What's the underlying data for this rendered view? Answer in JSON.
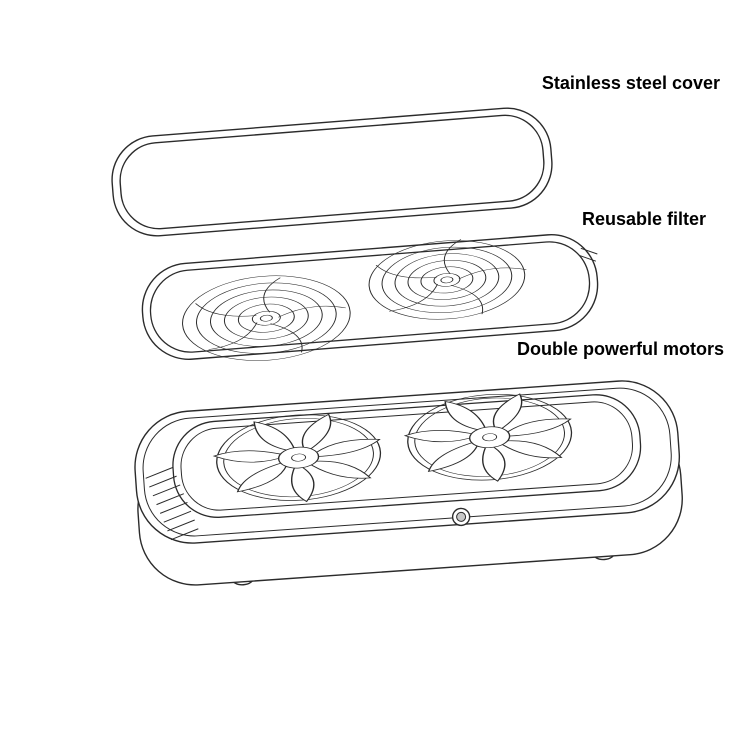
{
  "page": {
    "background": "#ffffff",
    "description": "Exploded view diagram of a two-fan appliance"
  },
  "colors": {
    "line": "#2b2b2b",
    "text": "#000000"
  },
  "diagram": {
    "type": "exploded-view",
    "parts": [
      "cover",
      "filter",
      "base"
    ],
    "annotations": [
      {
        "id": "cover",
        "label": "Stainless steel cover"
      },
      {
        "id": "filter",
        "label": "Reusable filter"
      },
      {
        "id": "motors",
        "label": "Double powerful motors"
      }
    ]
  }
}
